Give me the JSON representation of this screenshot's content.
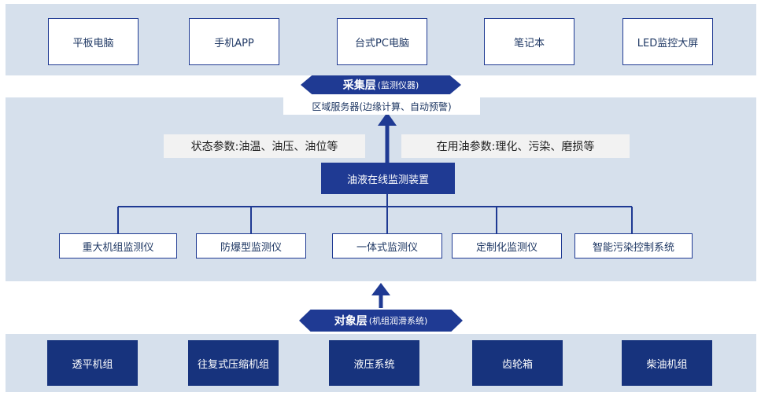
{
  "top_devices": [
    "平板电脑",
    "手机APP",
    "台式PC电脑",
    "笔记本",
    "LED监控大屏"
  ],
  "collection_layer": {
    "title": "采集层",
    "subtitle": "(监测仪器)"
  },
  "server_label": "区域服务器(边缘计算、自动预警)",
  "param_left": "状态参数:油温、油压、油位等",
  "param_right": "在用油参数:理化、污染、磨损等",
  "device_label": "油液在线监测装置",
  "instruments": [
    "重大机组监测仪",
    "防爆型监测仪",
    "一体式监测仪",
    "定制化监测仪",
    "智能污染控制系统"
  ],
  "object_layer": {
    "title": "对象层",
    "subtitle": "(机组润滑系统)"
  },
  "objects": [
    "透平机组",
    "往复式压缩机组",
    "液压系统",
    "齿轮箱",
    "柴油机组"
  ],
  "colors": {
    "band": "#d6e0ec",
    "accent": "#1f3a93",
    "object_fill": "#17337d"
  }
}
